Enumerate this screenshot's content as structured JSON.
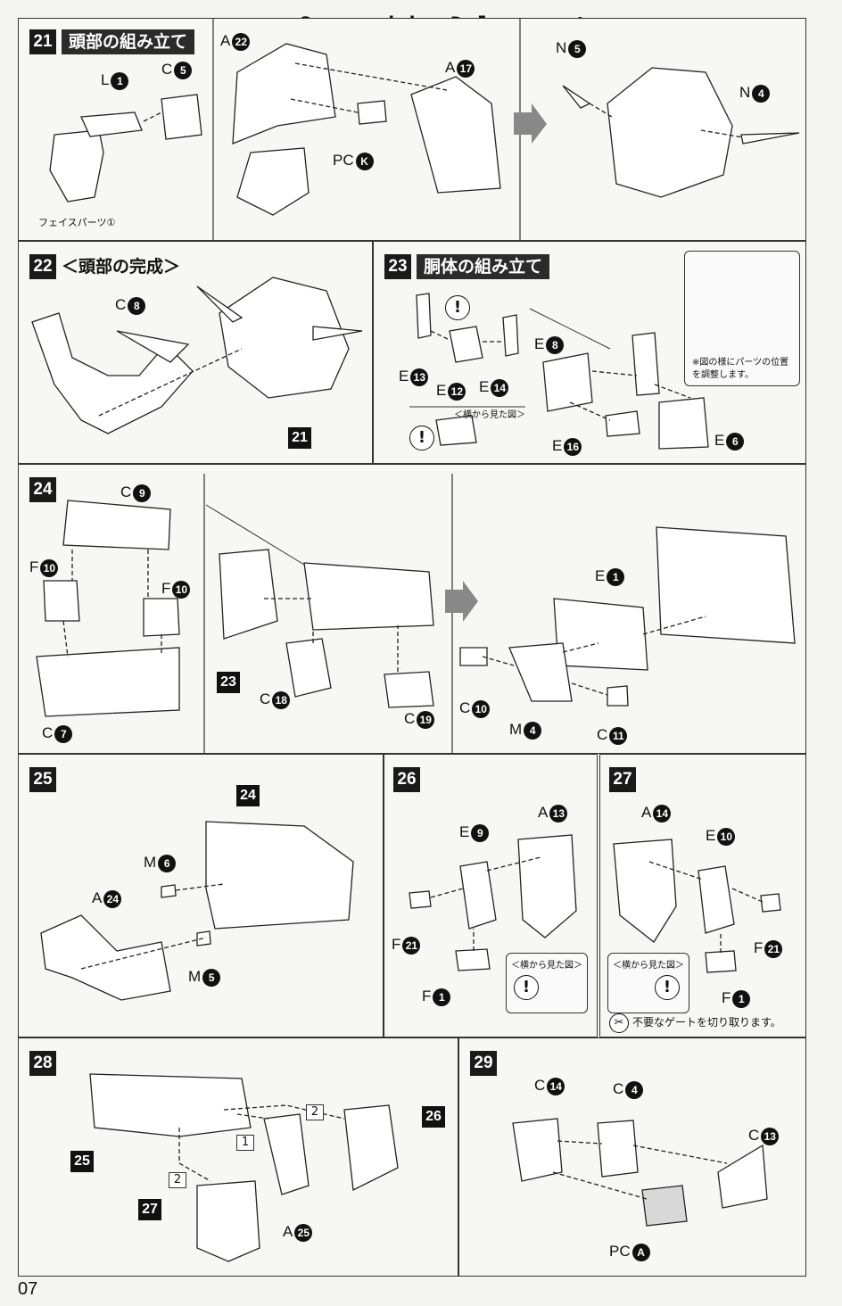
{
  "watermark": "Scanned by Dalong.net",
  "page_number": "07",
  "steps": {
    "s21": {
      "num": "21",
      "title": "頭部の組み立て",
      "labels": {
        "l1": {
          "prefix": "L",
          "n": "1"
        },
        "c5": {
          "prefix": "C",
          "n": "5"
        },
        "a22": {
          "prefix": "A",
          "n": "22"
        },
        "a17": {
          "prefix": "A",
          "n": "17"
        },
        "pck": {
          "prefix": "PC",
          "n": "K"
        },
        "n5": {
          "prefix": "N",
          "n": "5"
        },
        "n4": {
          "prefix": "N",
          "n": "4"
        }
      },
      "face_parts": "フェイスパーツ①"
    },
    "s22": {
      "num": "22",
      "title": "＜頭部の完成＞",
      "labels": {
        "c8": {
          "prefix": "C",
          "n": "8"
        }
      },
      "ref": "21"
    },
    "s23": {
      "num": "23",
      "title": "胴体の組み立て",
      "labels": {
        "e13": {
          "prefix": "E",
          "n": "13"
        },
        "e12": {
          "prefix": "E",
          "n": "12"
        },
        "e14": {
          "prefix": "E",
          "n": "14"
        },
        "e8": {
          "prefix": "E",
          "n": "8"
        },
        "e16": {
          "prefix": "E",
          "n": "16"
        },
        "e6": {
          "prefix": "E",
          "n": "6"
        }
      },
      "side_view": "＜横から見た図＞",
      "note": "※図の様にパーツの位置を調整します。"
    },
    "s24": {
      "num": "24",
      "labels": {
        "c9": {
          "prefix": "C",
          "n": "9"
        },
        "f10a": {
          "prefix": "F",
          "n": "10"
        },
        "f10b": {
          "prefix": "F",
          "n": "10"
        },
        "c7": {
          "prefix": "C",
          "n": "7"
        },
        "c18": {
          "prefix": "C",
          "n": "18"
        },
        "c19": {
          "prefix": "C",
          "n": "19"
        },
        "e1": {
          "prefix": "E",
          "n": "1"
        },
        "c10": {
          "prefix": "C",
          "n": "10"
        },
        "m4": {
          "prefix": "M",
          "n": "4"
        },
        "c11": {
          "prefix": "C",
          "n": "11"
        }
      },
      "ref": "23"
    },
    "s25": {
      "num": "25",
      "labels": {
        "m6": {
          "prefix": "M",
          "n": "6"
        },
        "a24": {
          "prefix": "A",
          "n": "24"
        },
        "m5": {
          "prefix": "M",
          "n": "5"
        }
      },
      "ref": "24"
    },
    "s26": {
      "num": "26",
      "labels": {
        "a13": {
          "prefix": "A",
          "n": "13"
        },
        "e9": {
          "prefix": "E",
          "n": "9"
        },
        "f21": {
          "prefix": "F",
          "n": "21"
        },
        "f1": {
          "prefix": "F",
          "n": "1"
        }
      },
      "side_view": "＜横から見た図＞"
    },
    "s27": {
      "num": "27",
      "labels": {
        "a14": {
          "prefix": "A",
          "n": "14"
        },
        "e10": {
          "prefix": "E",
          "n": "10"
        },
        "f21": {
          "prefix": "F",
          "n": "21"
        },
        "f1": {
          "prefix": "F",
          "n": "1"
        }
      },
      "side_view": "＜横から見た図＞",
      "gate_note": "不要なゲートを切り取ります。"
    },
    "s28": {
      "num": "28",
      "refs": {
        "r25": "25",
        "r27": "27",
        "r26": "26"
      },
      "seq": {
        "one": "1",
        "two_a": "2",
        "two_b": "2"
      },
      "labels": {
        "a25": {
          "prefix": "A",
          "n": "25"
        }
      }
    },
    "s29": {
      "num": "29",
      "labels": {
        "c14": {
          "prefix": "C",
          "n": "14"
        },
        "c4": {
          "prefix": "C",
          "n": "4"
        },
        "c13": {
          "prefix": "C",
          "n": "13"
        },
        "pca": {
          "prefix": "PC",
          "n": "A"
        }
      }
    }
  }
}
